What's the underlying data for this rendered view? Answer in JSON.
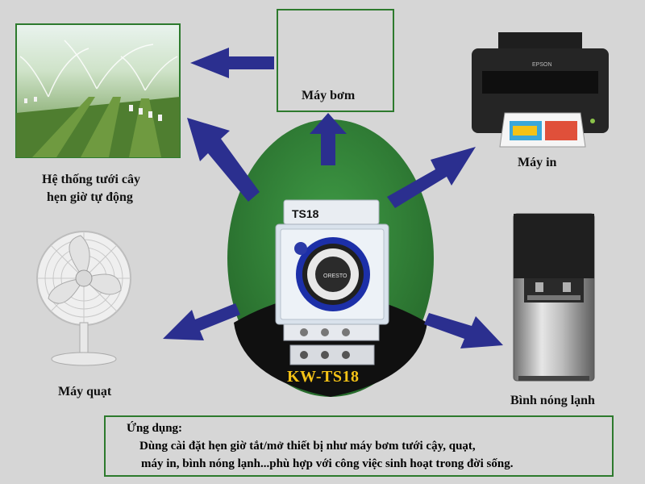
{
  "device": {
    "model_label": "KW-TS18",
    "panel_label": "TS18",
    "dial_label": "ORESTO"
  },
  "appliances": {
    "irrigation": {
      "line1": "Hệ thống tưới cây",
      "line2": "hẹn giờ tự động",
      "icon": "sprinkler-field-icon"
    },
    "pump": {
      "label": "Máy bơm",
      "icon": "water-pump-icon"
    },
    "printer": {
      "label": "Máy in",
      "icon": "printer-icon",
      "brand": "EPSON"
    },
    "fan": {
      "label": "Máy quạt",
      "icon": "desk-fan-icon"
    },
    "water_heater": {
      "label": "Bình nóng lạnh",
      "icon": "water-dispenser-icon"
    }
  },
  "application": {
    "title": "Ứng dụng:",
    "line1": "Dùng cài đặt hẹn giờ tắt/mở thiết bị như máy bơm tưới cậy, quạt,",
    "line2": "máy in, bình nóng lạnh...phù hợp với công việc sinh hoạt trong đời sống."
  },
  "colors": {
    "background": "#d6d6d6",
    "oval_green": "#2e7d32",
    "oval_dark": "#111111",
    "arrow": "#2b2f8f",
    "box_border": "#2d7a2d",
    "model_text": "#f4c216"
  }
}
